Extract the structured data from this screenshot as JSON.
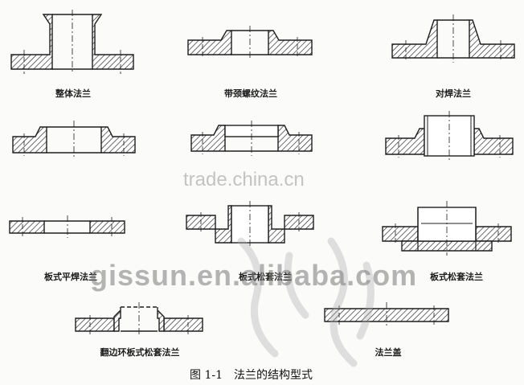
{
  "labels": {
    "integral_flange": "整体法兰",
    "threaded_flange": "带颈螺纹法兰",
    "weld_neck_flange": "对焊法兰",
    "plate_slip_on_flange": "板式平焊法兰",
    "plate_loose_flange_partial": "板式松套法兰",
    "flanged_ring_plate_loose_flange": "翻边环板式松套法兰",
    "blind_flange": "法兰盖"
  },
  "caption": "图 1-1　法兰的结构型式",
  "watermarks": {
    "trade": "trade.china.cn",
    "gissun": "gissun.en.alibaba.com"
  },
  "colors": {
    "ink": "#1e1e1e",
    "background": "#fbfbfa"
  }
}
